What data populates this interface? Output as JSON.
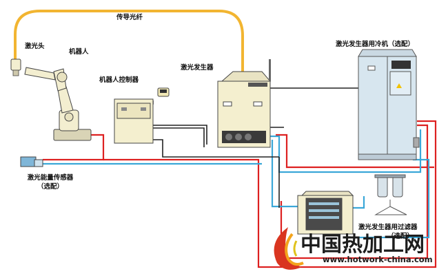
{
  "labels": {
    "fiber": "传导光纤",
    "laser_head": "激光头",
    "robot": "机器人",
    "robot_controller": "机器人控制器",
    "laser_generator": "激光发生器",
    "chiller": "激光发生器用冷机（选配）",
    "sensor_line1": "激光能量传感器",
    "sensor_line2": "（选配）",
    "filter_line1": "激光发生器用过滤器",
    "filter_line2": "（选配）"
  },
  "watermark": {
    "site_name": "中国热加工网",
    "url": "www.hotwork-china.com"
  },
  "colors": {
    "fiber": "#f2b531",
    "power_cable": "#dd2020",
    "water_pipe": "#3aa7d8",
    "signal_cable": "#222222",
    "equipment": "#f4efcf",
    "chiller": "#d7e6ef"
  }
}
